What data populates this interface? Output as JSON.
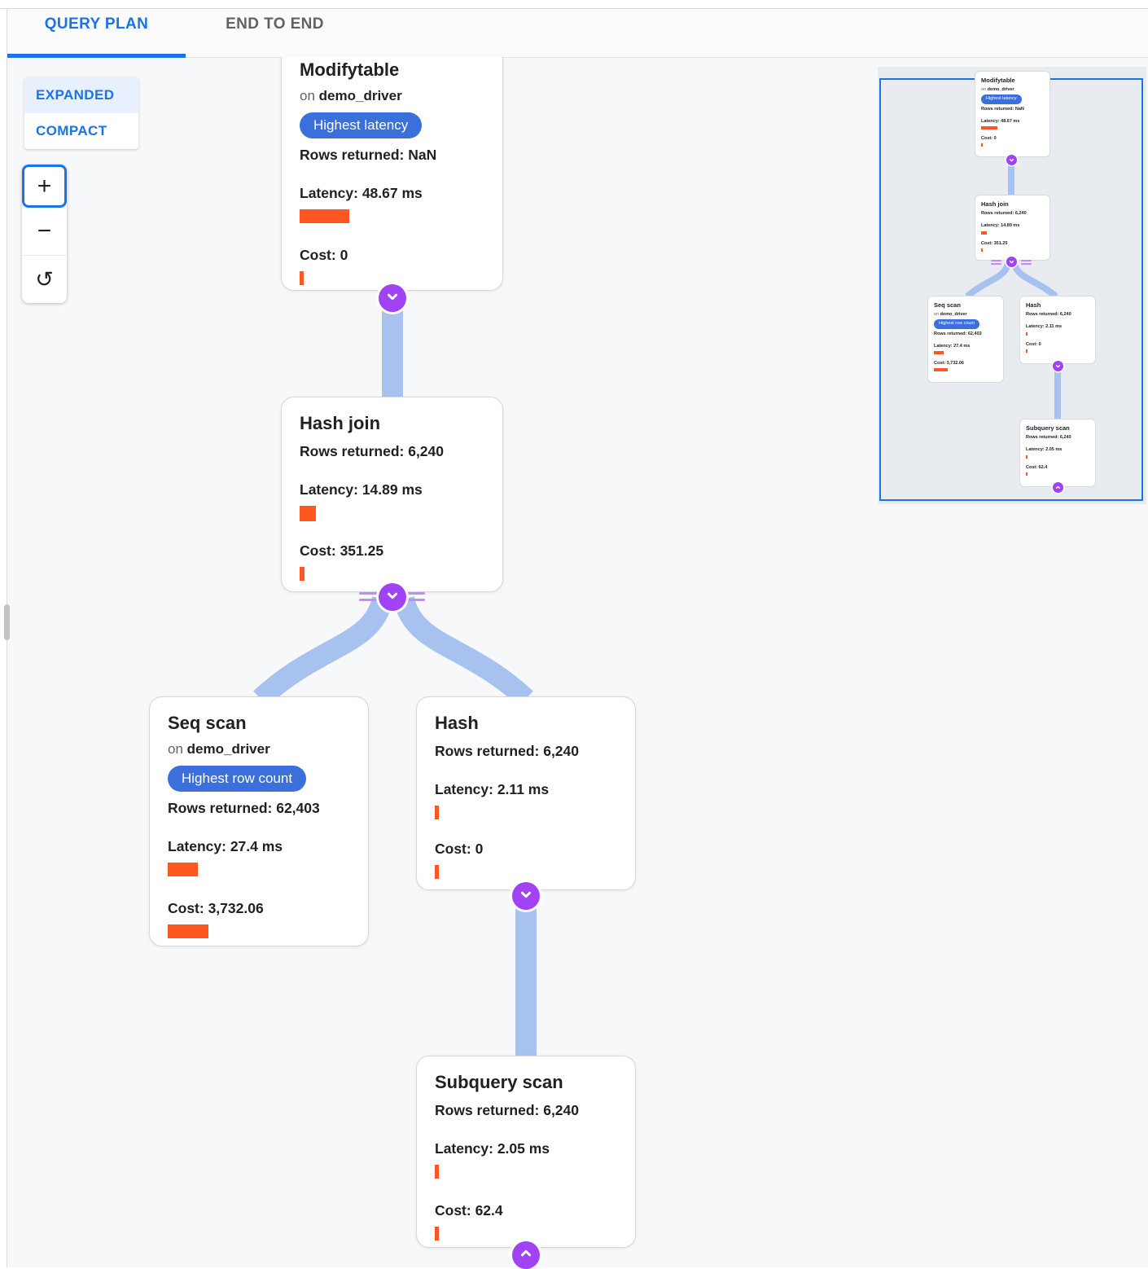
{
  "tabs": {
    "query_plan": "QUERY PLAN",
    "end_to_end": "END TO END"
  },
  "view_toggle": {
    "expanded": "EXPANDED",
    "compact": "COMPACT"
  },
  "zoom_controls": {
    "zoom_in": "+",
    "zoom_out": "−",
    "reset_icon": "↺"
  },
  "colors": {
    "tab_accent": "#1a73e8",
    "badge_blue": "#3b6fdb",
    "bar_orange": "#ff5722",
    "edge_blue": "#a8c2f0",
    "connector_purple": "#a142f4",
    "minimap_viewport_border": "#1a73e8"
  },
  "nodes": {
    "modifytable": {
      "title": "Modifytable",
      "on_prefix": "on",
      "table": "demo_driver",
      "badge": "Highest latency",
      "rows": "Rows returned: NaN",
      "latency": "Latency: 48.67 ms",
      "cost": "Cost: 0",
      "bars": {
        "latency": "61px",
        "cost": "5px",
        "mini_latency": "20px",
        "mini_cost": "2px"
      }
    },
    "hash_join": {
      "title": "Hash join",
      "rows": "Rows returned: 6,240",
      "latency": "Latency: 14.89 ms",
      "cost": "Cost: 351.25",
      "bars": {
        "latency": "20px",
        "cost": "6px",
        "mini_latency": "7px",
        "mini_cost": "2px"
      }
    },
    "seq_scan": {
      "title": "Seq scan",
      "on_prefix": "on",
      "table": "demo_driver",
      "badge": "Highest row count",
      "rows": "Rows returned: 62,403",
      "latency": "Latency: 27.4 ms",
      "cost": "Cost: 3,732.06",
      "bars": {
        "latency": "37px",
        "cost": "50px",
        "mini_latency": "12px",
        "mini_cost": "17px"
      }
    },
    "hash": {
      "title": "Hash",
      "rows": "Rows returned: 6,240",
      "latency": "Latency: 2.11 ms",
      "cost": "Cost: 0",
      "bars": {
        "latency": "5px",
        "cost": "5px",
        "mini_latency": "2px",
        "mini_cost": "2px"
      }
    },
    "subquery_scan": {
      "title": "Subquery scan",
      "rows": "Rows returned: 6,240",
      "latency": "Latency: 2.05 ms",
      "cost": "Cost: 62.4",
      "bars": {
        "latency": "5px",
        "cost": "5px",
        "mini_latency": "2px",
        "mini_cost": "2px"
      }
    }
  }
}
